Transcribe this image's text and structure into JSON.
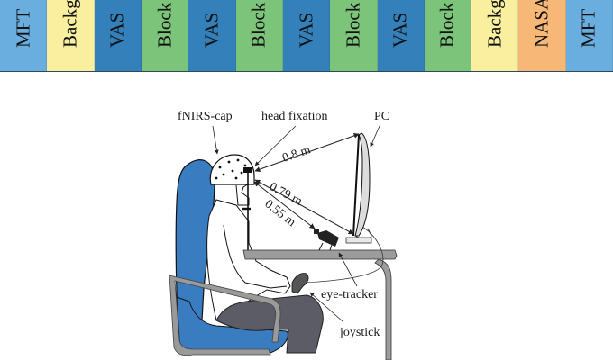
{
  "timeline": {
    "segments": [
      {
        "label": "MFT",
        "color": "#6aaee0"
      },
      {
        "label": "Background",
        "color": "#f9ef9f"
      },
      {
        "label": "VAS",
        "color": "#3380bb"
      },
      {
        "label": "Block",
        "color": "#7cc47a"
      },
      {
        "label": "VAS",
        "color": "#3380bb"
      },
      {
        "label": "Block",
        "color": "#7cc47a"
      },
      {
        "label": "VAS",
        "color": "#3380bb"
      },
      {
        "label": "Block",
        "color": "#7cc47a"
      },
      {
        "label": "VAS",
        "color": "#3380bb"
      },
      {
        "label": "Block",
        "color": "#7cc47a"
      },
      {
        "label": "Background",
        "color": "#f9ef9f"
      },
      {
        "label": "NASA",
        "color": "#f7b877"
      },
      {
        "label": "MFT",
        "color": "#6aaee0"
      }
    ]
  },
  "setup": {
    "labels": {
      "fnirs_cap": "fNIRS-cap",
      "head_fixation": "head fixation",
      "pc": "PC",
      "eye_tracker": "eye-tracker",
      "joystick": "joystick"
    },
    "distances": {
      "eye_to_screen_top": "0.8 m",
      "eye_to_screen_bottom": "0.79 m",
      "eye_to_tracker": "0.55 m"
    },
    "colors": {
      "chair": "#3a7cc0",
      "chair_frame": "#9a9a9a",
      "trousers": "#5c5c66",
      "desk": "#9c9c9c",
      "tracker": "#222222"
    }
  }
}
